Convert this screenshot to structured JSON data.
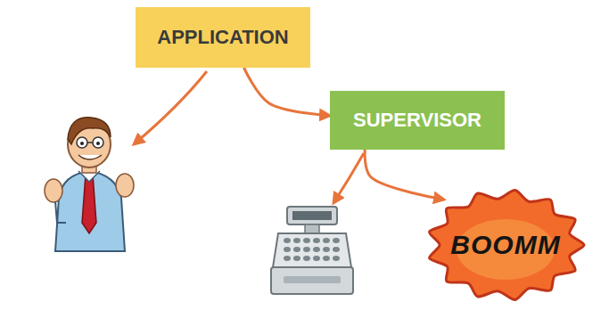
{
  "diagram": {
    "nodes": [
      {
        "text": [
          "APPLICATION"
        ]
      },
      {
        "text": [
          "SUPERVISOR"
        ]
      },
      {
        "text": [
          "BOOMM"
        ]
      }
    ],
    "edges": [
      {
        "from": 0,
        "to": 1,
        "arrow": "to"
      },
      {
        "from": 1,
        "to": 2,
        "arrow": "to"
      }
    ]
  }
}
